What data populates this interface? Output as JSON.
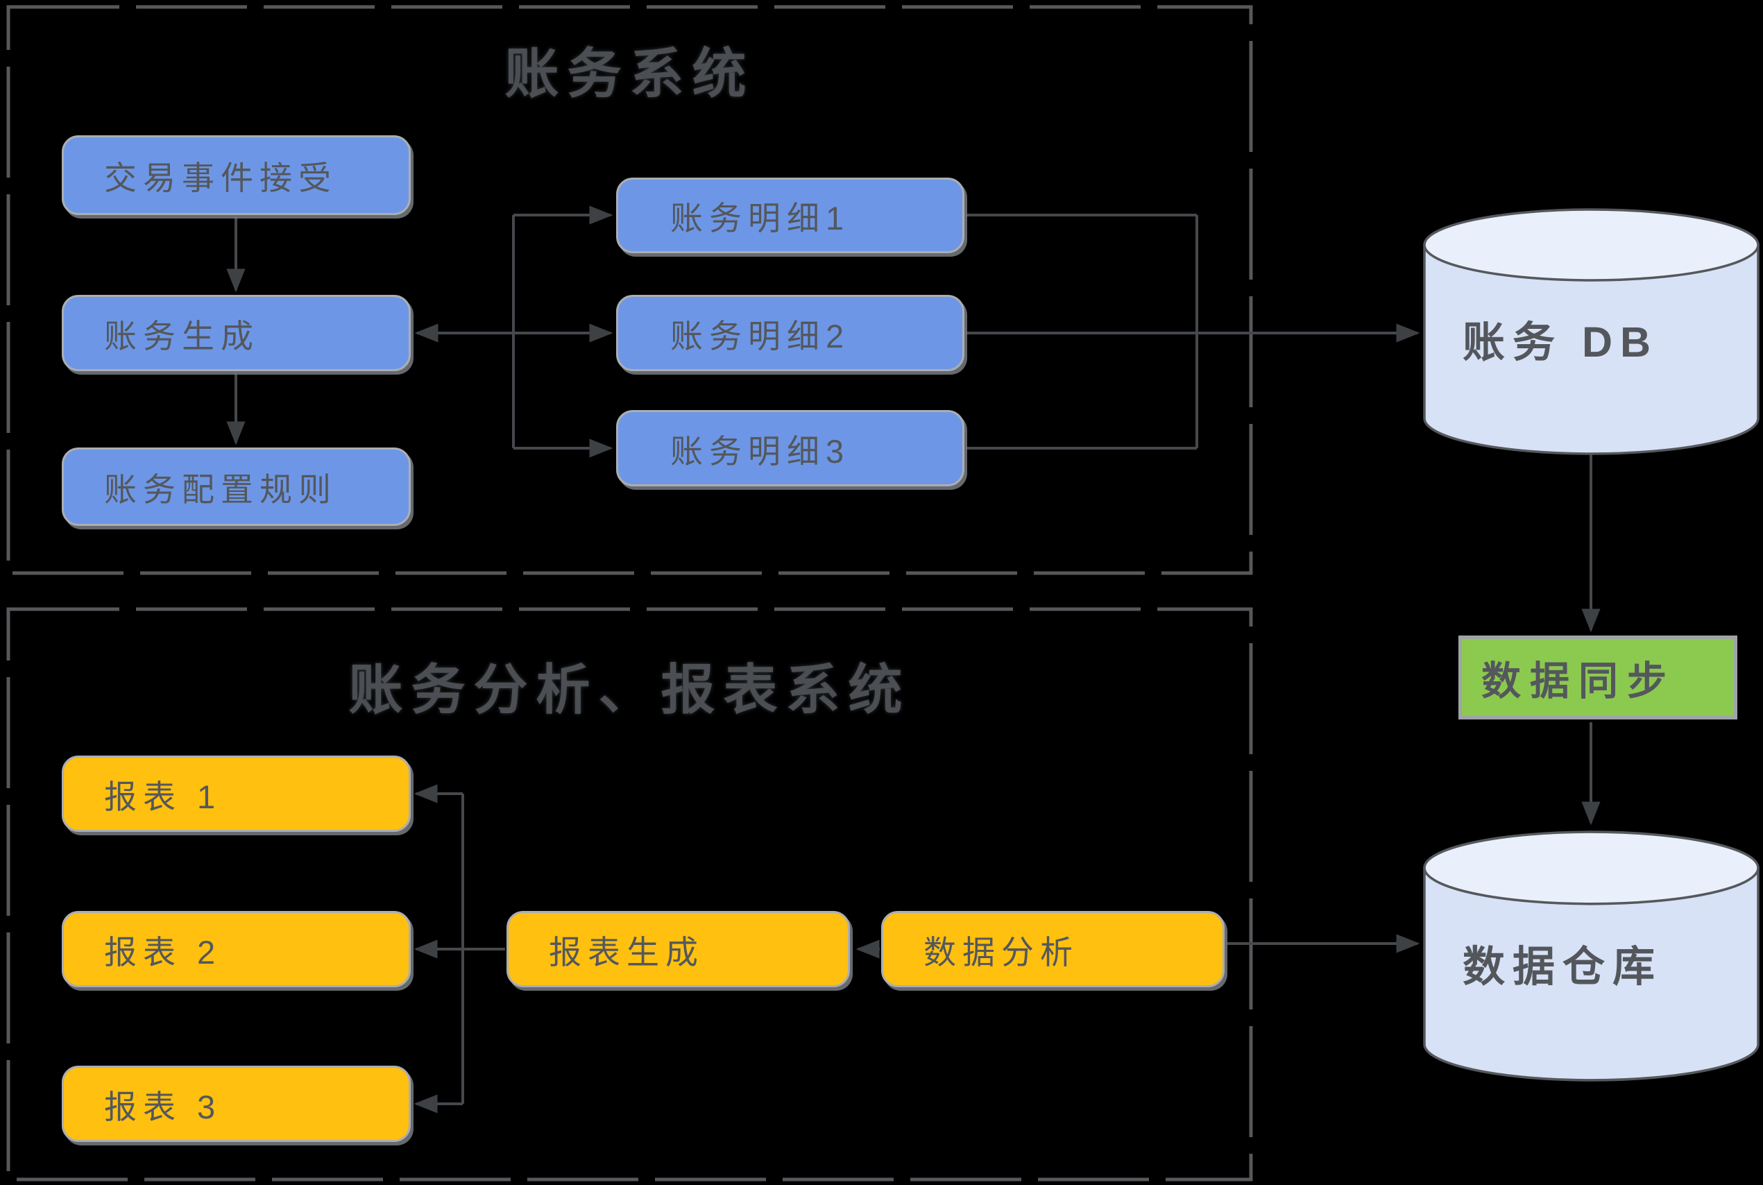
{
  "colors": {
    "background": "#000000",
    "blue_node": "#6D97E6",
    "yellow_node": "#FFC010",
    "green_badge": "#8CC94F",
    "cylinder_body": "#D7E2F6",
    "cylinder_top": "#EAF0FB",
    "node_text": "#54575C",
    "title_text": "#4B4E53",
    "dashed_border": "#57585B",
    "connector": "#46484C"
  },
  "sections": {
    "accounting": {
      "title": "账务系统"
    },
    "reporting": {
      "title": "账务分析、报表系统"
    }
  },
  "nodes": {
    "trade_event": {
      "label": "交易事件接受"
    },
    "acct_gen": {
      "label": "账务生成"
    },
    "acct_rules": {
      "label": "账务配置规则"
    },
    "detail1": {
      "label": "账务明细1"
    },
    "detail2": {
      "label": "账务明细2"
    },
    "detail3": {
      "label": "账务明细3"
    },
    "acct_db": {
      "label": "账务 DB"
    },
    "data_sync": {
      "label": "数据同步"
    },
    "warehouse": {
      "label": "数据仓库"
    },
    "report1": {
      "label": "报表 1"
    },
    "report2": {
      "label": "报表 2"
    },
    "report3": {
      "label": "报表 3"
    },
    "report_gen": {
      "label": "报表生成"
    },
    "data_analysis": {
      "label": "数据分析"
    }
  }
}
